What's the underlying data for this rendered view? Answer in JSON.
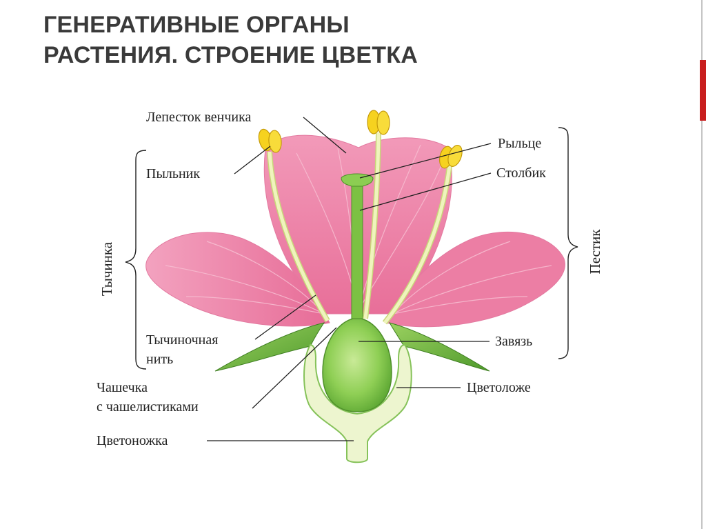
{
  "title": {
    "line1": "ГЕНЕРАТИВНЫЕ ОРГАНЫ",
    "line2": "РАСТЕНИЯ. СТРОЕНИЕ ЦВЕТКА"
  },
  "labels": {
    "petal": "Лепесток венчика",
    "anther": "Пыльник",
    "stigma": "Рыльце",
    "style": "Столбик",
    "filament_line1": "Тычиночная",
    "filament_line2": "нить",
    "ovary": "Завязь",
    "calyx_line1": "Чашечка",
    "calyx_line2": "с чашелистиками",
    "receptacle": "Цветоложе",
    "peduncle": "Цветоножка",
    "stamen_group": "Тычинка",
    "pistil_group": "Пестик"
  },
  "colors": {
    "petal": "#ee84a8",
    "petal_vein": "#f6b3cb",
    "stem_green": "#7ec34a",
    "receptacle": "#ecf4cd",
    "filament": "#eef3b3",
    "anther": "#f6d21f",
    "accent": "#c81e1e"
  }
}
